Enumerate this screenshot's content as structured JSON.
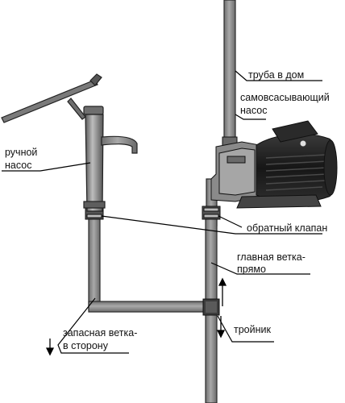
{
  "labels": {
    "pipe_to_house": "труба в дом",
    "self_priming_pump_line1": "самовсасывающий",
    "self_priming_pump_line2": "насос",
    "hand_pump_line1": "ручной",
    "hand_pump_line2": "насос",
    "check_valve": "обратный клапан",
    "main_branch_line1": "главная ветка-",
    "main_branch_line2": "прямо",
    "tee": "тройник",
    "spare_branch_line1": "запасная ветка-",
    "spare_branch_line2": "в сторону"
  },
  "colors": {
    "pipe_fill": "#8c8c8c",
    "pipe_stroke": "#2a2a2a",
    "motor": "#1e1e1e",
    "leader": "#000000"
  }
}
